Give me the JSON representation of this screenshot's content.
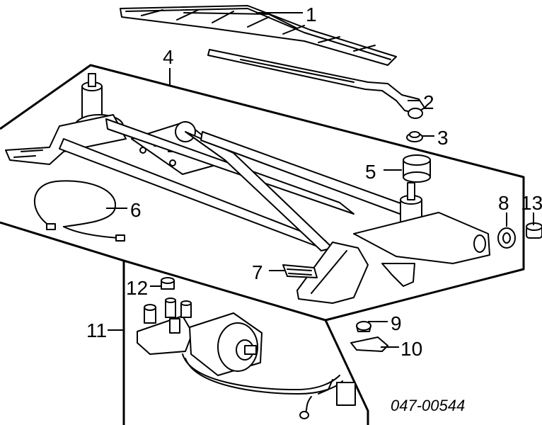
{
  "callouts": {
    "c1": "1",
    "c2": "2",
    "c3": "3",
    "c4": "4",
    "c5": "5",
    "c6": "6",
    "c7": "7",
    "c8": "8",
    "c9": "9",
    "c10": "10",
    "c11": "11",
    "c12": "12",
    "c13": "13"
  },
  "diagram_code": "047-00544"
}
